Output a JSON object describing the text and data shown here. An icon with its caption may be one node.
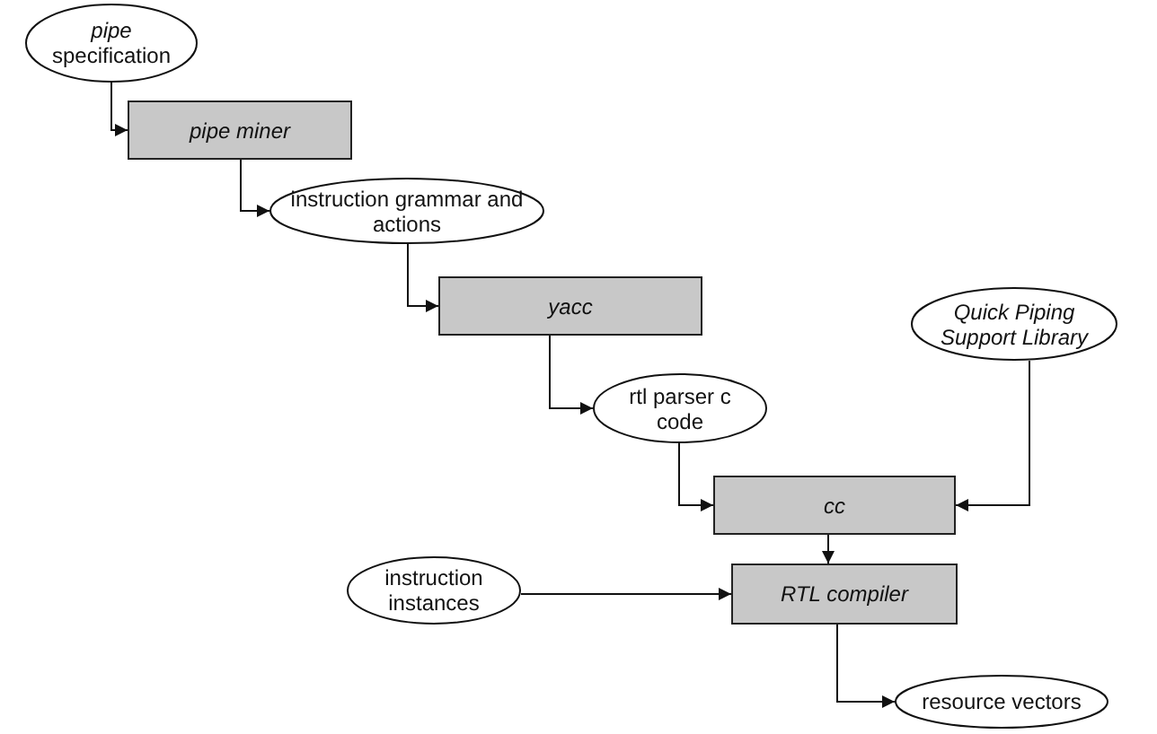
{
  "diagram": {
    "nodes": [
      {
        "text": [
          "*pipe* specification"
        ]
      },
      {
        "text": [
          "pipe miner"
        ]
      },
      {
        "text": [
          "instruction grammar and actions"
        ]
      },
      {
        "text": [
          "yacc"
        ]
      },
      {
        "text": [
          "rtl parser c code"
        ]
      },
      {
        "text": [
          "Quick Piping Support Library"
        ]
      },
      {
        "text": [
          "cc"
        ]
      },
      {
        "text": [
          "RTL compiler"
        ]
      },
      {
        "text": [
          "instruction instances"
        ]
      },
      {
        "text": [
          "resource vectors"
        ]
      }
    ],
    "edges": [
      {
        "from": 0,
        "to": 1,
        "arrow": "to"
      },
      {
        "from": 1,
        "to": 2,
        "arrow": "to"
      },
      {
        "from": 2,
        "to": 3,
        "arrow": "to"
      },
      {
        "from": 3,
        "to": 4,
        "arrow": "to"
      },
      {
        "from": 4,
        "to": 6,
        "arrow": "to"
      },
      {
        "from": 5,
        "to": 6,
        "arrow": "to"
      },
      {
        "from": 6,
        "to": 7,
        "arrow": "to"
      },
      {
        "from": 8,
        "to": 7,
        "arrow": "to"
      },
      {
        "from": 7,
        "to": 9,
        "arrow": "to"
      }
    ]
  }
}
